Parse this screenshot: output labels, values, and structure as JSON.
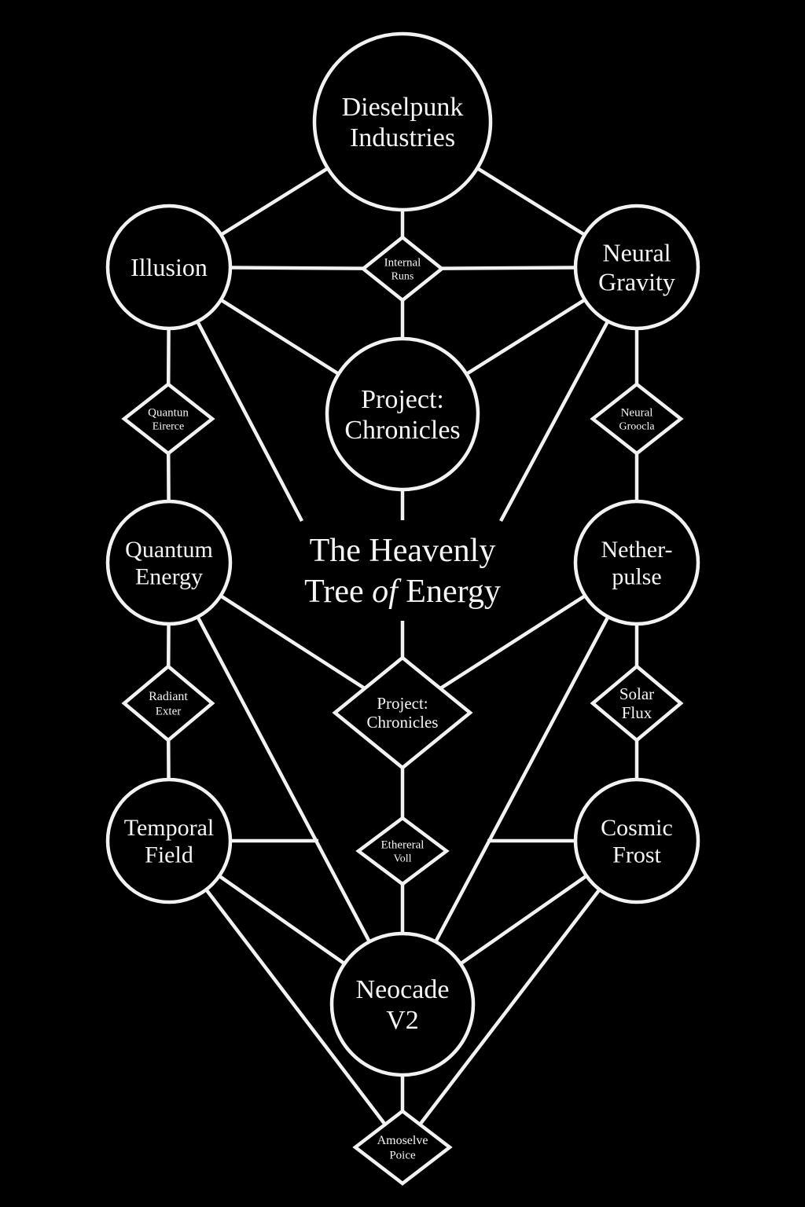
{
  "diagram": {
    "title": {
      "line1": "The Heavenly",
      "line2_pre": "Tree ",
      "line2_ital": "of",
      "line2_post": " Energy"
    },
    "colors": {
      "background": "#000000",
      "stroke": "#f2f2f2",
      "text": "#f5f5f5"
    },
    "circles": [
      {
        "id": "dieselpunk",
        "lines": [
          "Dieselpunk",
          "Industries"
        ]
      },
      {
        "id": "illusion",
        "lines": [
          "Illusion"
        ]
      },
      {
        "id": "neural-gravity",
        "lines": [
          "Neural",
          "Gravity"
        ]
      },
      {
        "id": "project-chronicles-circle",
        "lines": [
          "Project:",
          "Chronicles"
        ]
      },
      {
        "id": "quantum-energy",
        "lines": [
          "Quantum",
          "Energy"
        ]
      },
      {
        "id": "netherpulse",
        "lines": [
          "Nether-",
          "pulse"
        ]
      },
      {
        "id": "temporal-field",
        "lines": [
          "Temporal",
          "Field"
        ]
      },
      {
        "id": "cosmic-frost",
        "lines": [
          "Cosmic",
          "Frost"
        ]
      },
      {
        "id": "neocade-v2",
        "lines": [
          "Neocade",
          "V2"
        ]
      }
    ],
    "diamonds": [
      {
        "id": "internal-runs",
        "lines": [
          "Internal",
          "Runs"
        ]
      },
      {
        "id": "quantun-eirerce",
        "lines": [
          "Quantun",
          "Eirerce"
        ]
      },
      {
        "id": "neural-groocla",
        "lines": [
          "Neural",
          "Groocla"
        ]
      },
      {
        "id": "radiant-exter",
        "lines": [
          "Radiant",
          "Exter"
        ]
      },
      {
        "id": "project-chronicles-diamond",
        "lines": [
          "Project:",
          "Chronicles"
        ]
      },
      {
        "id": "solar-flux",
        "lines": [
          "Solar",
          "Flux"
        ]
      },
      {
        "id": "ethereral-voll",
        "lines": [
          "Ethereral",
          "Voll"
        ]
      },
      {
        "id": "amoselve-poice",
        "lines": [
          "Amoselve",
          "Poice"
        ]
      }
    ],
    "edges": [
      [
        "dieselpunk",
        "illusion"
      ],
      [
        "dieselpunk",
        "neural-gravity"
      ],
      [
        "dieselpunk",
        "internal-runs"
      ],
      [
        "illusion",
        "internal-runs"
      ],
      [
        "internal-runs",
        "neural-gravity"
      ],
      [
        "internal-runs",
        "project-chronicles-circle"
      ],
      [
        "illusion",
        "project-chronicles-circle"
      ],
      [
        "neural-gravity",
        "project-chronicles-circle"
      ],
      [
        "illusion",
        "quantun-eirerce"
      ],
      [
        "quantun-eirerce",
        "quantum-energy"
      ],
      [
        "neural-gravity",
        "neural-groocla"
      ],
      [
        "neural-groocla",
        "netherpulse"
      ],
      [
        "illusion",
        "title-left"
      ],
      [
        "neural-gravity",
        "title-right"
      ],
      [
        "project-chronicles-circle",
        "title-top"
      ],
      [
        "title-bottom",
        "project-chronicles-diamond"
      ],
      [
        "quantum-energy",
        "project-chronicles-diamond"
      ],
      [
        "netherpulse",
        "project-chronicles-diamond"
      ],
      [
        "quantum-energy",
        "radiant-exter"
      ],
      [
        "radiant-exter",
        "temporal-field"
      ],
      [
        "netherpulse",
        "solar-flux"
      ],
      [
        "solar-flux",
        "cosmic-frost"
      ],
      [
        "quantum-energy",
        "neocade-v2"
      ],
      [
        "netherpulse",
        "neocade-v2"
      ],
      [
        "project-chronicles-diamond",
        "ethereral-voll"
      ],
      [
        "ethereral-voll",
        "neocade-v2"
      ],
      [
        "temporal-field",
        "junction-left"
      ],
      [
        "cosmic-frost",
        "junction-right"
      ],
      [
        "temporal-field",
        "neocade-v2"
      ],
      [
        "cosmic-frost",
        "neocade-v2"
      ],
      [
        "temporal-field",
        "amoselve-poice"
      ],
      [
        "cosmic-frost",
        "amoselve-poice"
      ],
      [
        "neocade-v2",
        "amoselve-poice"
      ]
    ]
  }
}
